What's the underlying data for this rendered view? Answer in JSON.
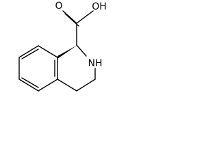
{
  "molecule": {
    "atoms": {
      "o_carbonyl": "O",
      "o_hydroxyl": "OH",
      "n_amine": "NH"
    },
    "stereo": {
      "c1_bond": "wedge"
    },
    "colors": {
      "bond": "#000000",
      "label": "#000000",
      "background": "#ffffff"
    }
  }
}
